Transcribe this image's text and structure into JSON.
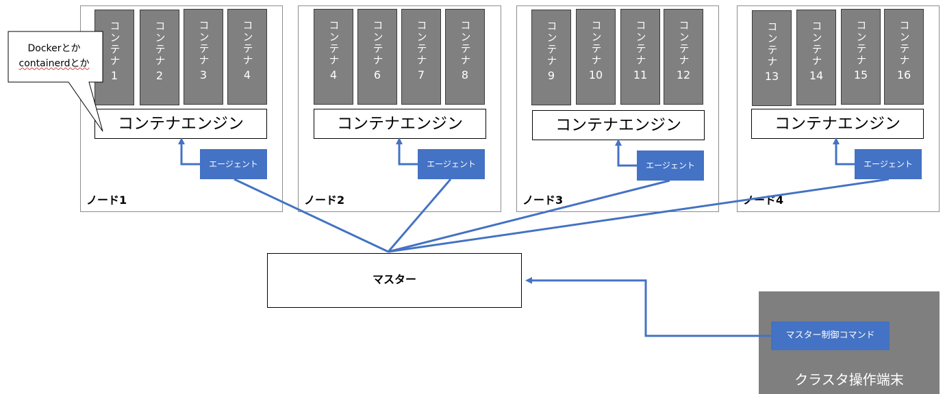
{
  "nodes": [
    {
      "label": "ノード1",
      "containers": [
        "1",
        "2",
        "3",
        "4"
      ],
      "engine": "コンテナエンジン",
      "agent": "エージェント"
    },
    {
      "label": "ノード2",
      "containers": [
        "4",
        "6",
        "7",
        "8"
      ],
      "engine": "コンテナエンジン",
      "agent": "エージェント"
    },
    {
      "label": "ノード3",
      "containers": [
        "9",
        "10",
        "11",
        "12"
      ],
      "engine": "コンテナエンジン",
      "agent": "エージェント"
    },
    {
      "label": "ノード4",
      "containers": [
        "13",
        "14",
        "15",
        "16"
      ],
      "engine": "コンテナエンジン",
      "agent": "エージェント"
    }
  ],
  "container_word": "コンテナ",
  "callout": {
    "line1": "Dockerとか",
    "line2": "containerdとか"
  },
  "master": {
    "label": "マスター"
  },
  "terminal": {
    "label": "クラスタ操作端末",
    "command": "マスター制御コマンド"
  },
  "colors": {
    "accent": "#4472c4",
    "container_fill": "#808080",
    "terminal_fill": "#7f7f7f"
  }
}
